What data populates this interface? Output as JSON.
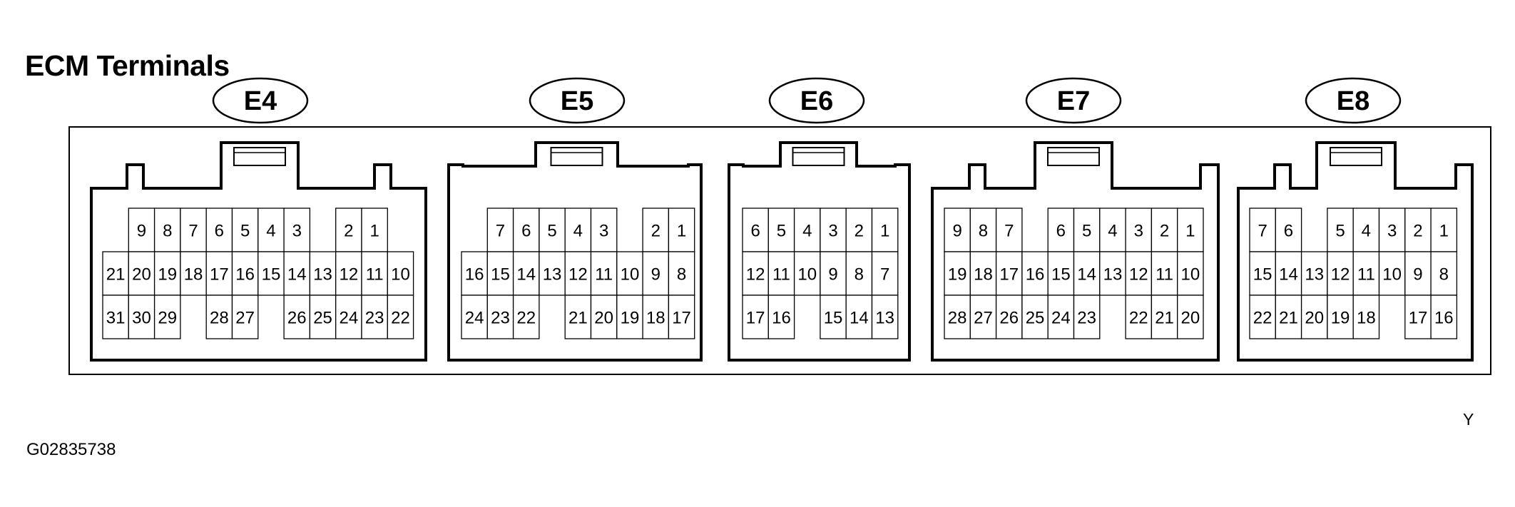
{
  "title": "ECM Terminals",
  "figure_id": "G02835738",
  "corner_mark": "Y",
  "connectors": [
    {
      "id": "E4",
      "rows": [
        [
          null,
          9,
          8,
          7,
          6,
          5,
          4,
          3,
          null,
          2,
          1,
          null
        ],
        [
          21,
          20,
          19,
          18,
          17,
          16,
          15,
          14,
          13,
          12,
          11,
          10
        ],
        [
          31,
          30,
          29,
          null,
          28,
          27,
          null,
          26,
          25,
          24,
          23,
          22
        ]
      ]
    },
    {
      "id": "E5",
      "rows": [
        [
          null,
          7,
          6,
          5,
          4,
          3,
          null,
          2,
          1,
          null
        ],
        [
          16,
          15,
          14,
          13,
          12,
          11,
          10,
          9,
          8,
          null
        ],
        [
          24,
          23,
          22,
          null,
          21,
          20,
          19,
          18,
          17,
          null
        ]
      ]
    },
    {
      "id": "E6",
      "rows": [
        [
          6,
          5,
          4,
          3,
          2,
          1
        ],
        [
          12,
          11,
          10,
          9,
          8,
          7
        ],
        [
          17,
          16,
          null,
          15,
          14,
          13
        ]
      ]
    },
    {
      "id": "E7",
      "rows": [
        [
          9,
          8,
          7,
          null,
          6,
          5,
          4,
          3,
          2,
          1
        ],
        [
          19,
          18,
          17,
          16,
          15,
          14,
          13,
          12,
          11,
          10
        ],
        [
          28,
          27,
          26,
          25,
          24,
          23,
          null,
          22,
          21,
          20
        ]
      ]
    },
    {
      "id": "E8",
      "rows": [
        [
          7,
          6,
          null,
          5,
          4,
          3,
          2,
          1
        ],
        [
          15,
          14,
          13,
          12,
          11,
          10,
          9,
          8
        ],
        [
          22,
          21,
          20,
          19,
          18,
          null,
          17,
          16
        ]
      ]
    }
  ]
}
